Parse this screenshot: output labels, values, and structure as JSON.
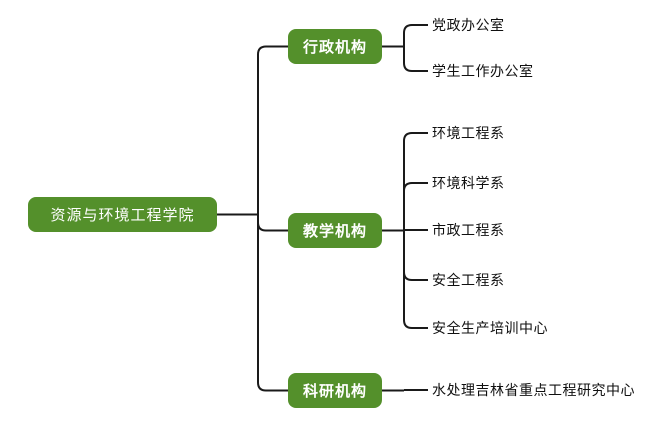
{
  "diagram": {
    "type": "org-chart-mindmap",
    "orientation": "left-to-right",
    "background_color": "#ffffff",
    "node_fill_color": "#54902b",
    "node_text_color": "#ffffff",
    "connector_color": "#1a1a1a",
    "leaf_text_color": "#101010"
  },
  "root": {
    "label": "资源与环境工程学院"
  },
  "branches": [
    {
      "label": "行政机构",
      "children": [
        {
          "label": "党政办公室"
        },
        {
          "label": "学生工作办公室"
        }
      ]
    },
    {
      "label": "教学机构",
      "children": [
        {
          "label": "环境工程系"
        },
        {
          "label": "环境科学系"
        },
        {
          "label": "市政工程系"
        },
        {
          "label": "安全工程系"
        },
        {
          "label": "安全生产培训中心"
        }
      ]
    },
    {
      "label": "科研机构",
      "children": [
        {
          "label": "水处理吉林省重点工程研究中心"
        }
      ]
    }
  ]
}
